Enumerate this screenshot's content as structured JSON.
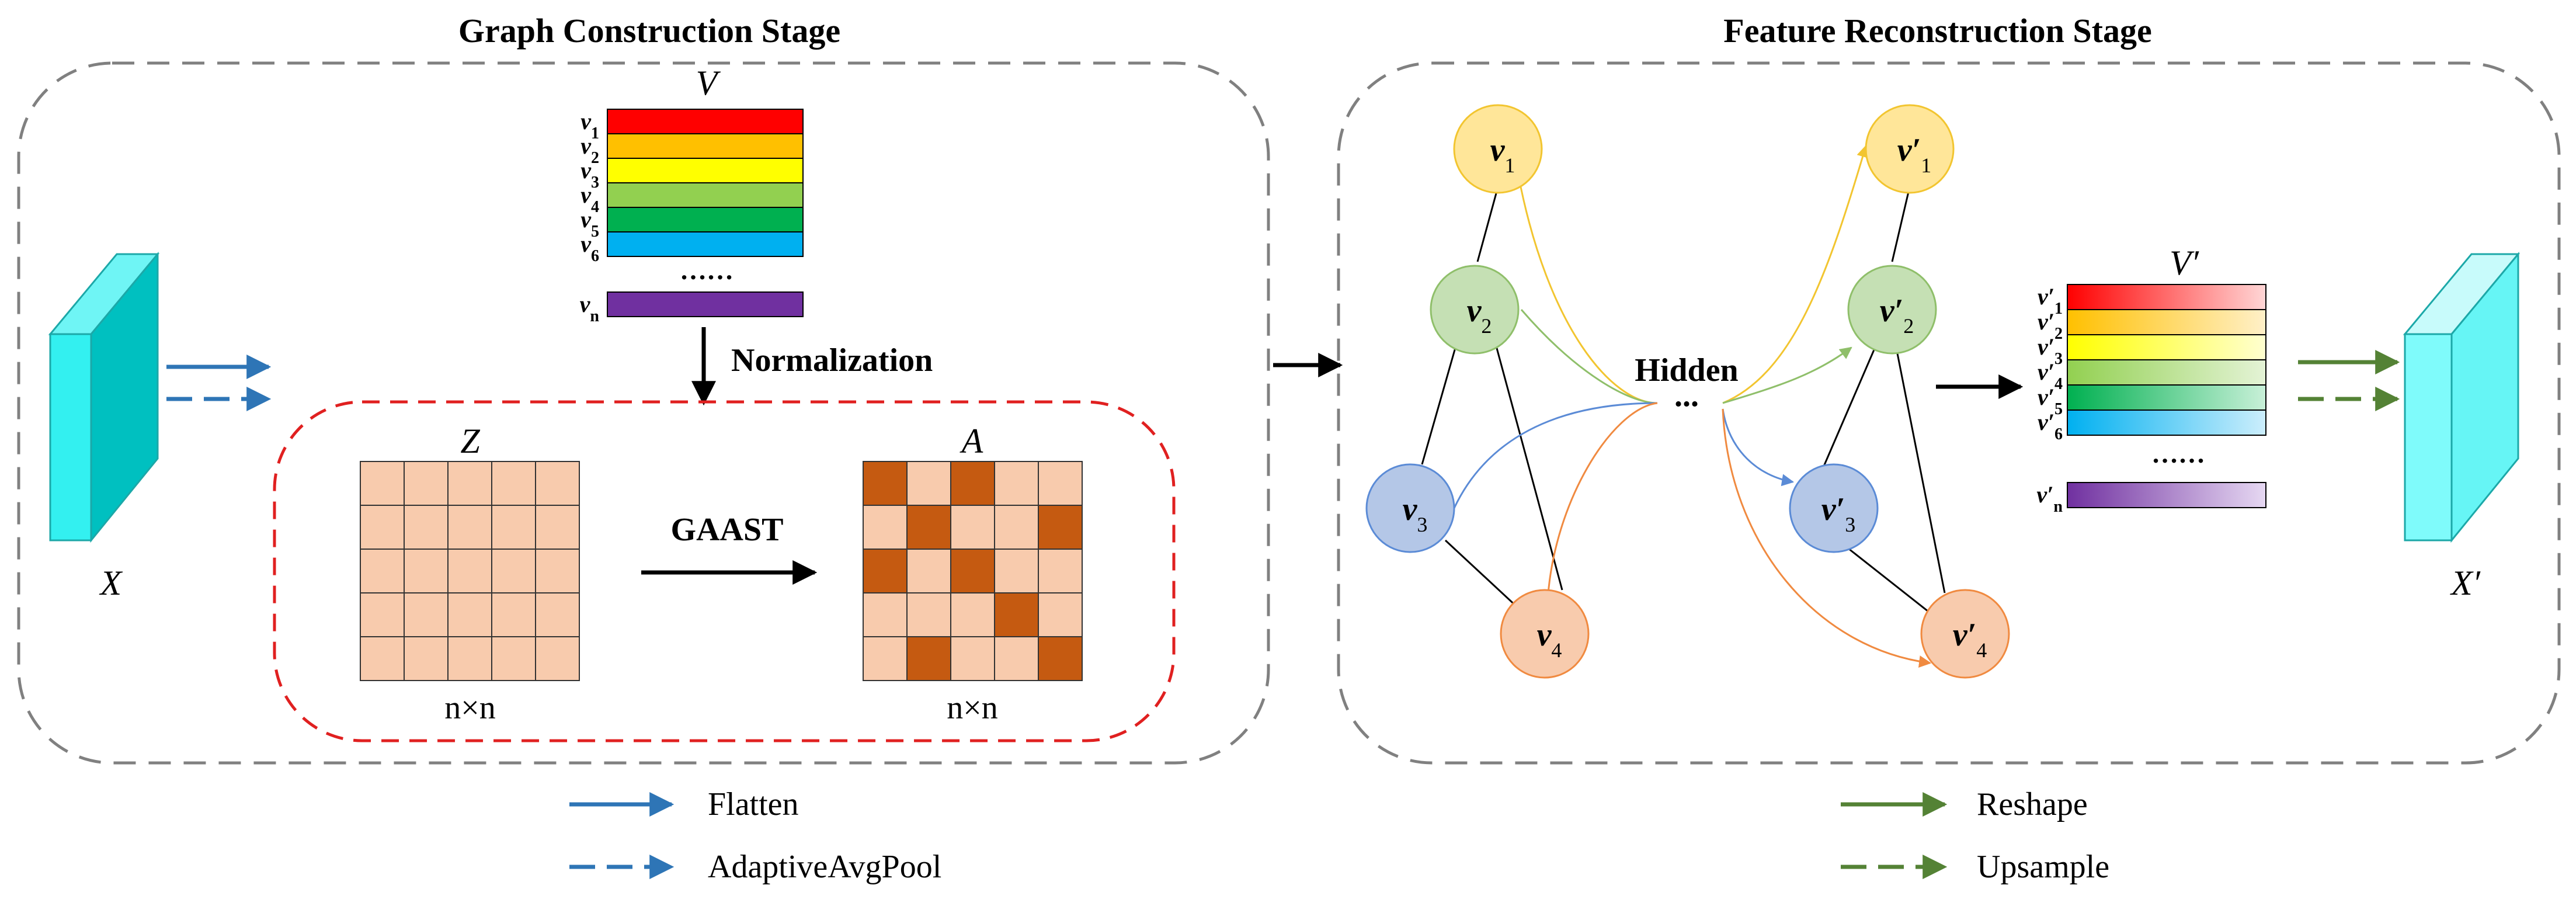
{
  "stages": {
    "left_title": "Graph Construction Stage",
    "right_title": "Feature Reconstruction Stage"
  },
  "labels": {
    "input_x": "X",
    "output_x": "X′",
    "v_matrix": "V",
    "v_prime_matrix": "V′",
    "z_matrix": "Z",
    "a_matrix": "A",
    "normalization": "Normalization",
    "gaast": "GAAST",
    "z_size": "n×n",
    "a_size": "n×n",
    "hidden": "Hidden",
    "hidden_dots": "...",
    "ellipsis": "……"
  },
  "v_rows": [
    {
      "label": "ν",
      "sub": "1",
      "color": "#FF0000"
    },
    {
      "label": "ν",
      "sub": "2",
      "color": "#FFC000"
    },
    {
      "label": "ν",
      "sub": "3",
      "color": "#FFFF00"
    },
    {
      "label": "ν",
      "sub": "4",
      "color": "#92D050"
    },
    {
      "label": "ν",
      "sub": "5",
      "color": "#00B050"
    },
    {
      "label": "ν",
      "sub": "6",
      "color": "#00B0F0"
    }
  ],
  "v_last": {
    "label": "ν",
    "sub": "n",
    "color": "#7030A0"
  },
  "vprime_rows": [
    {
      "label": "ν′",
      "sub": "1",
      "color": "#FF0000"
    },
    {
      "label": "ν′",
      "sub": "2",
      "color": "#FFC000"
    },
    {
      "label": "ν′",
      "sub": "3",
      "color": "#FFFF00"
    },
    {
      "label": "ν′",
      "sub": "4",
      "color": "#92D050"
    },
    {
      "label": "ν′",
      "sub": "5",
      "color": "#00B050"
    },
    {
      "label": "ν′",
      "sub": "6",
      "color": "#00B0F0"
    }
  ],
  "vprime_last": {
    "label": "ν′",
    "sub": "n",
    "color": "#7030A0"
  },
  "a_matrix_filled": [
    [
      1,
      0,
      1,
      0,
      0
    ],
    [
      0,
      1,
      0,
      0,
      1
    ],
    [
      1,
      0,
      1,
      0,
      0
    ],
    [
      0,
      0,
      0,
      1,
      0
    ],
    [
      0,
      1,
      0,
      0,
      1
    ]
  ],
  "nodes_left": [
    {
      "label": "ν",
      "sub": "1"
    },
    {
      "label": "ν",
      "sub": "2"
    },
    {
      "label": "ν",
      "sub": "3"
    },
    {
      "label": "ν",
      "sub": "4"
    }
  ],
  "nodes_right": [
    {
      "label": "ν′",
      "sub": "1"
    },
    {
      "label": "ν′",
      "sub": "2"
    },
    {
      "label": "ν′",
      "sub": "3"
    },
    {
      "label": "ν′",
      "sub": "4"
    }
  ],
  "legend": {
    "flatten": "Flatten",
    "adaptive_avg_pool": "AdaptiveAvgPool",
    "reshape": "Reshape",
    "upsample": "Upsample"
  },
  "colors": {
    "blue_arrow": "#2E75B6",
    "green_arrow": "#548235",
    "dash_box": "#808080",
    "red_box": "#E02020",
    "cell_light": "#F8CBAD",
    "cell_dark": "#C55A11",
    "cube_front": "#00C0C0",
    "cube_side": "#33F0F0",
    "node_yellow": "#FFE699",
    "node_green": "#C5E0B4",
    "node_blue": "#B4C7E7",
    "node_orange": "#F8CBAD"
  }
}
